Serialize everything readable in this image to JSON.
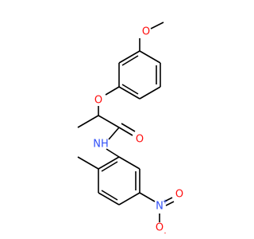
{
  "molecule": {
    "colors": {
      "bond": "#000000",
      "carbon": "#000000",
      "oxygen": "#ff0d0d",
      "nitrogen": "#3050f8"
    },
    "labels": {
      "methoxy_o": "O",
      "ether_o": "O",
      "carbonyl_o": "O",
      "amide_nh": "NH",
      "nitro_n": "N",
      "nitro_n_charge": "+",
      "nitro_o_top": "O",
      "nitro_o_bottom": "O",
      "nitro_o_bottom_charge": "-"
    }
  }
}
